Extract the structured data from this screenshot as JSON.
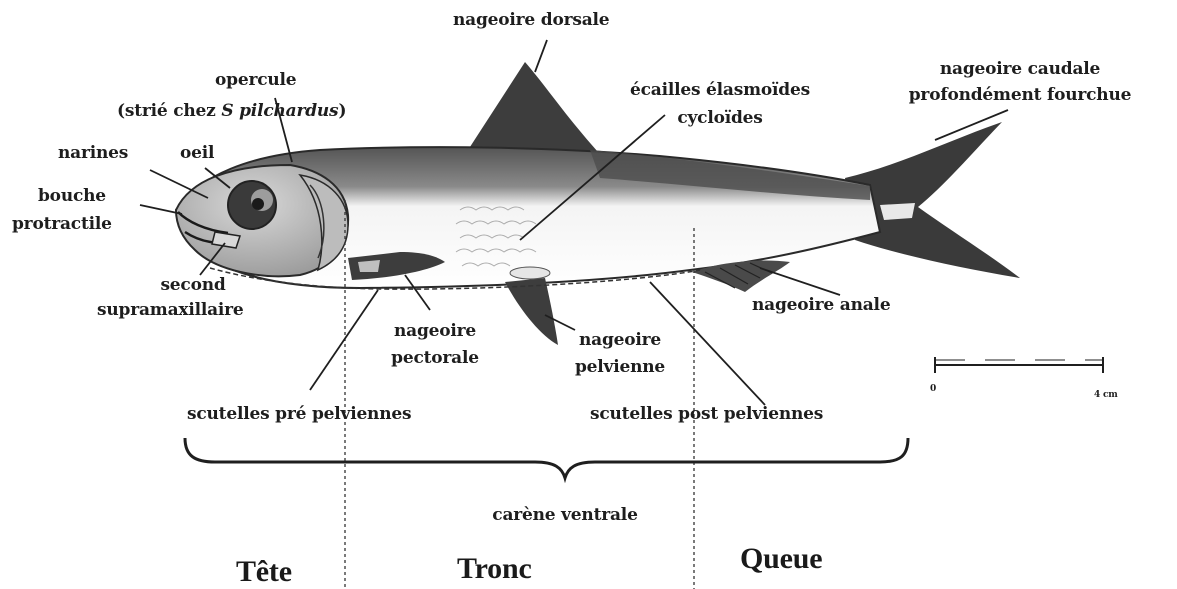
{
  "labels": {
    "nageoire_dorsale": "nageoire dorsale",
    "opercule": "opercule",
    "opercule_note_prefix": "(strié chez ",
    "opercule_note_species": "S pilchardus",
    "opercule_note_suffix": ")",
    "ecailles_line1": "écailles élasmoïdes",
    "ecailles_line2": "cycloïdes",
    "caudale_line1": "nageoire caudale",
    "caudale_line2": "profondément fourchue",
    "narines": "narines",
    "oeil": "oeil",
    "bouche_line1": "bouche",
    "bouche_line2": "protractile",
    "second_line1": "second",
    "second_line2": "supramaxillaire",
    "pectorale_line1": "nageoire",
    "pectorale_line2": "pectorale",
    "pelvienne_line1": "nageoire",
    "pelvienne_line2": "pelvienne",
    "anale": "nageoire anale",
    "scutelles_pre": "scutelles pré pelviennes",
    "scutelles_post": "scutelles post pelviennes",
    "carene": "carène ventrale",
    "tete": "Tête",
    "tronc": "Tronc",
    "queue": "Queue"
  },
  "scale_bar": {
    "start": "0",
    "end": "4 cm"
  },
  "colors": {
    "fin": "#3d3d3d",
    "outline": "#2a2a2a",
    "body_top": "#5a5a5a",
    "belly": "#ffffff",
    "text": "#1e1e1e"
  }
}
